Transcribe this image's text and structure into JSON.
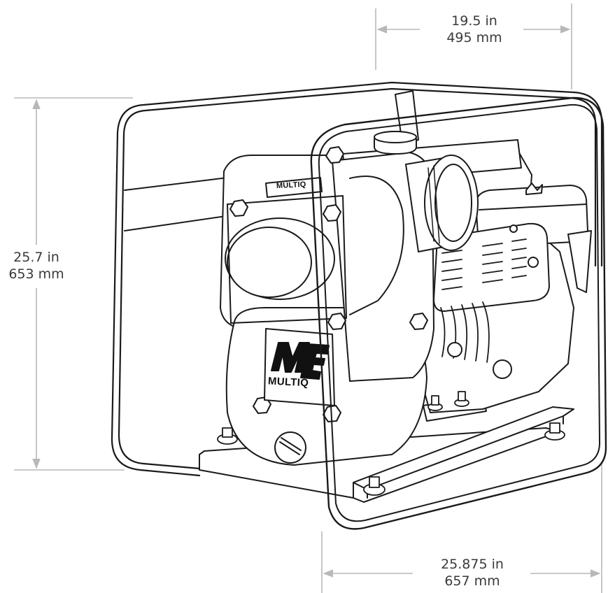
{
  "dimensions": {
    "width": {
      "imperial": "19.5 in",
      "metric": "495 mm"
    },
    "height": {
      "imperial": "25.7 in",
      "metric": "653 mm"
    },
    "length": {
      "imperial": "25.875 in",
      "metric": "657 mm"
    }
  },
  "branding": {
    "plate_text": "MULTIQ",
    "logo_text": "MULTIQ"
  },
  "colors": {
    "line": "#1a1a1a",
    "dimension_line": "#b8b8b8",
    "dimension_text": "#3a3a3a"
  }
}
